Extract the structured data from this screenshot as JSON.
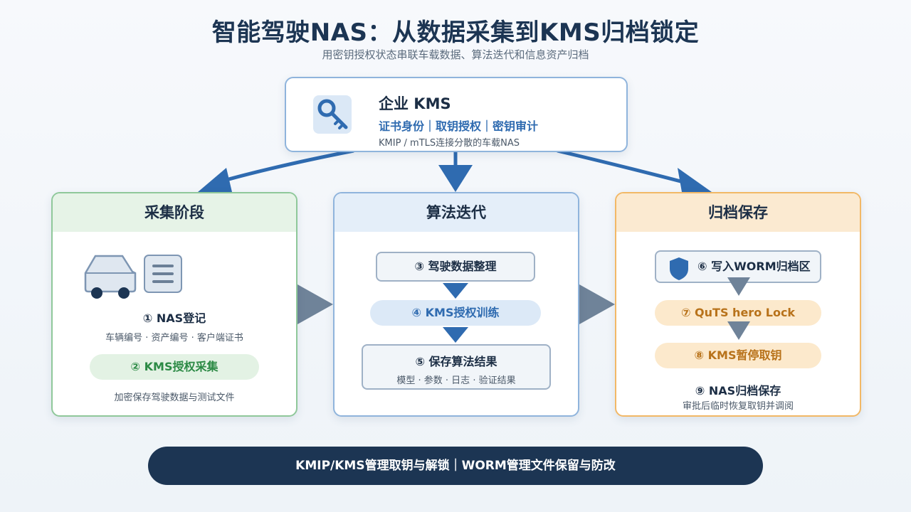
{
  "header": {
    "title": "智能驾驶NAS：从数据采集到KMS归档锁定",
    "subtitle": "用密钥授权状态串联车载数据、算法迭代和信息资产归档"
  },
  "kms": {
    "title": "企业 KMS",
    "capabilities": "证书身份｜取钥授权｜密钥审计",
    "note": "KMIP / mTLS连接分散的车载NAS",
    "icon": "key-icon"
  },
  "panels": {
    "collect": {
      "title": "采集阶段",
      "step1_title": "① NAS登记",
      "step1_detail": "车辆编号 · 资产编号 · 客户端证书",
      "step2": "② KMS授权采集",
      "note": "加密保存驾驶数据与测试文件",
      "icons": [
        "car-icon",
        "document-icon"
      ]
    },
    "algo": {
      "title": "算法迭代",
      "step3": "③ 驾驶数据整理",
      "step4": "④ KMS授权训练",
      "step5_title": "⑤ 保存算法结果",
      "step5_detail": "模型 · 参数 · 日志 · 验证结果"
    },
    "archive": {
      "title": "归档保存",
      "step6": "⑥ 写入WORM归档区",
      "step7": "⑦ QuTS hero Lock",
      "step8": "⑧ KMS暂停取钥",
      "step9_title": "⑨ NAS归档保存",
      "step9_detail": "审批后临时恢复取钥并调阅",
      "icon": "shield-icon"
    }
  },
  "footer": {
    "text": "KMIP/KMS管理取钥与解锁｜WORM管理文件保留与防改"
  },
  "colors": {
    "title": "#1c3553",
    "accent_blue": "#2f6bb0",
    "accent_green": "#2c8a45",
    "accent_orange": "#b8721a",
    "arrow": "#2f6bb0",
    "flow_arrow": "#6f8399"
  }
}
